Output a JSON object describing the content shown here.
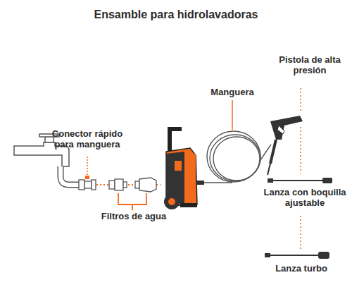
{
  "diagram": {
    "title": "Ensamble para hidrolavadoras",
    "labels": [
      "Conector rápido para manguera",
      "Filtros de agua",
      "Manguera",
      "Pistola de alta presión",
      "Lanza con boquilla ajustable",
      "Lanza turbo"
    ]
  }
}
